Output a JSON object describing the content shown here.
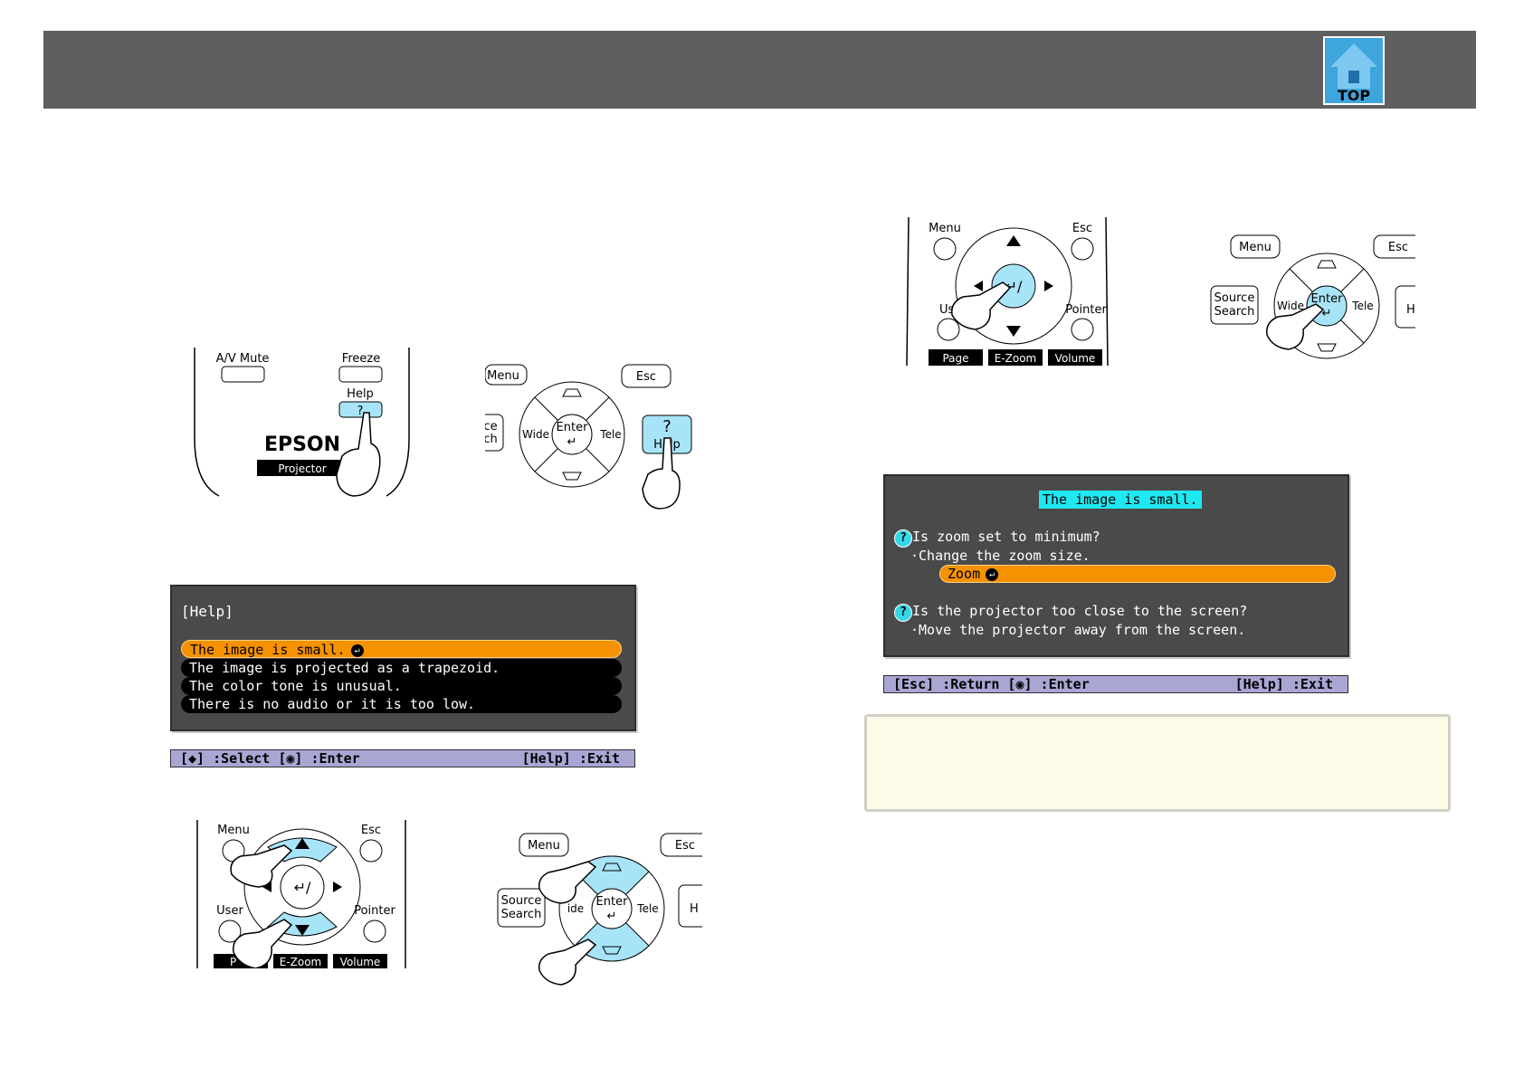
{
  "header": {
    "logo_text": "TOP"
  },
  "remote_help": {
    "av_mute": "A/V Mute",
    "freeze": "Freeze",
    "help": "Help",
    "help_symbol": "?",
    "brand": "EPSON",
    "projector": "Projector"
  },
  "panel_help": {
    "menu": "Menu",
    "esc": "Esc",
    "source_partial_1": "ce",
    "source_partial_2": "ch",
    "wide": "Wide",
    "enter": "Enter",
    "tele": "Tele",
    "help_symbol": "?",
    "help": "Help"
  },
  "remote_enter": {
    "menu": "Menu",
    "esc": "Esc",
    "user_partial": "Us",
    "pointer": "Pointer",
    "page": "Page",
    "ezoom": "E-Zoom",
    "volume": "Volume"
  },
  "panel_enter": {
    "menu": "Menu",
    "esc": "Esc",
    "source_1": "Source",
    "source_2": "Search",
    "wide": "Wide",
    "enter": "Enter",
    "tele": "Tele",
    "help_partial": "H"
  },
  "help_menu": {
    "title": "[Help]",
    "items": [
      "The image is small.",
      "The image is projected as a trapezoid.",
      "The color tone is unusual.",
      "There is no audio or it is too low."
    ],
    "status_left": "[◆] :Select  [◉] :Enter",
    "status_right": "[Help] :Exit"
  },
  "remote_arrows": {
    "menu": "Menu",
    "esc": "Esc",
    "user": "User",
    "pointer": "Pointer",
    "page_partial": "P",
    "ezoom": "E-Zoom",
    "volume": "Volume"
  },
  "panel_arrows": {
    "menu": "Menu",
    "esc": "Esc",
    "source_1": "Source",
    "source_2": "Search",
    "wide_partial": "ide",
    "enter": "Enter",
    "tele": "Tele",
    "help_partial": "H"
  },
  "answer_menu": {
    "title": "The image is small.",
    "q1": "Is zoom set to minimum?",
    "a1": "·Change the zoom size.",
    "button": "Zoom",
    "q2": "Is the projector too close to the screen?",
    "a2": "·Move the projector away from the screen.",
    "status_left": "[Esc] :Return  [◉] :Enter",
    "status_right": "[Help] :Exit"
  }
}
